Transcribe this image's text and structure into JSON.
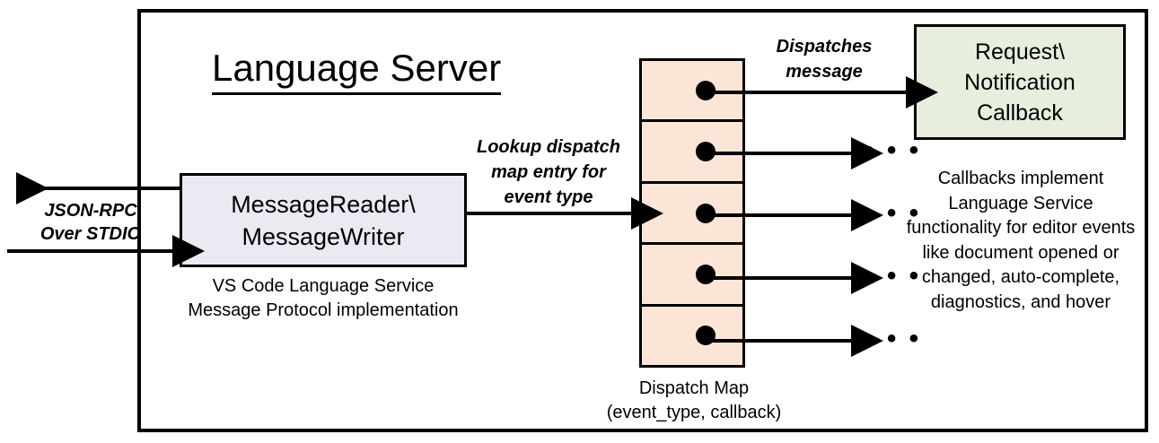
{
  "diagram": {
    "title": "Language Server",
    "outer_border_color": "#000000",
    "background": "#ffffff"
  },
  "reader": {
    "line1": "MessageReader\\",
    "line2": "MessageWriter",
    "fill": "#ebe9f2",
    "caption_line1": "VS Code Language Service",
    "caption_line2": "Message Protocol implementation"
  },
  "transport": {
    "label_line1": "JSON-RPC",
    "label_line2": "Over STDIO"
  },
  "lookup": {
    "label_line1": "Lookup dispatch",
    "label_line2": "map entry for",
    "label_line3": "event type"
  },
  "dispatch": {
    "label_line1": "Dispatches",
    "label_line2": "message",
    "caption_line1": "Dispatch Map",
    "caption_line2": "(event_type, callback)",
    "cell_fill": "#fbe5d6",
    "cells": [
      {
        "dot": "callback-dot"
      },
      {
        "dot": "callback-dot"
      },
      {
        "dot": "callback-dot"
      },
      {
        "dot": "callback-dot"
      },
      {
        "dot": "callback-dot"
      }
    ],
    "ellipsis": "• • •",
    "ellipsis_rows": [
      {
        "text": "• • •"
      },
      {
        "text": "• • •"
      },
      {
        "text": "• • •"
      },
      {
        "text": "• • •"
      }
    ]
  },
  "callback": {
    "line1": "Request\\",
    "line2": "Notification",
    "line3": "Callback",
    "fill": "#e7eedd",
    "caption": "Callbacks implement Language Service functionality for editor events like document opened or changed, auto-complete, diagnostics, and hover"
  }
}
